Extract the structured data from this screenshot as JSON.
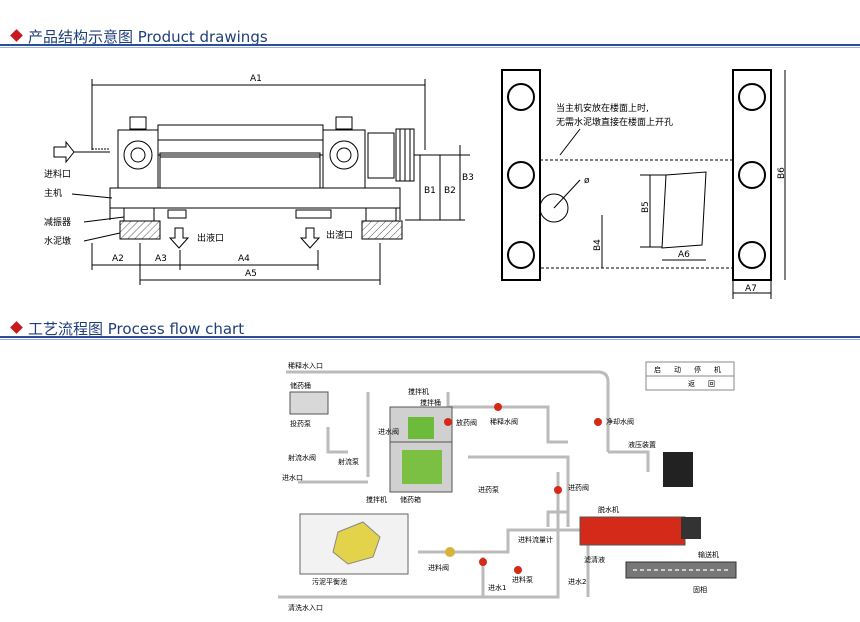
{
  "sections": {
    "product": {
      "title": "产品结构示意图 Product drawings"
    },
    "process": {
      "title": "工艺流程图 Process flow chart"
    }
  },
  "drawing": {
    "dims": {
      "A1": "A1",
      "A2": "A2",
      "A3": "A3",
      "A4": "A4",
      "A5": "A5",
      "A6": "A6",
      "A7": "A7",
      "B1": "B1",
      "B2": "B2",
      "B3": "B3",
      "B4": "B4",
      "B5": "B5",
      "B6": "B6",
      "phi": "ø"
    },
    "labels": {
      "feed_inlet": "进料口",
      "main_unit": "主机",
      "damper": "减振器",
      "cement_pier": "水泥墩",
      "liquid_outlet": "出液口",
      "slag_outlet": "出渣口"
    },
    "note": {
      "line1": "当主机安放在楼面上时,",
      "line2": "无需水泥墩直接在楼面上开孔"
    }
  },
  "flow": {
    "labels": {
      "dilution_inlet": "稀释水入口",
      "storage_tank": "储药桶",
      "dosing_pump": "投药泵",
      "mixer_top": "搅拌机",
      "mixing_tank": "搅拌桶",
      "inlet_valve": "进水阀",
      "dosing_valve": "放药阀",
      "dilution_valve": "稀释水阀",
      "jet_valve": "射流水阀",
      "jet_pump": "射流泵",
      "water_in": "进水口",
      "reagent_box": "储药箱",
      "dose_pump": "进药泵",
      "clean_valve": "净却水阀",
      "hydraulic": "液压装置",
      "inlet_valve2": "进药阀",
      "dewater": "脱水机",
      "mixer_sludge": "搅拌机",
      "feed_meter": "进料流量计",
      "sludge_tank": "污泥平衡池",
      "feed_valve": "进料阀",
      "feed_pump": "进料泵",
      "in1": "进水1",
      "in2": "进水2",
      "filtrate": "滤清液",
      "conveyor": "输送机",
      "bin": "固相",
      "clear_inlet": "清洗水入口"
    },
    "control": {
      "start": "启",
      "move": "动",
      "stop": "停",
      "mach": "机",
      "ret": "返",
      "back": "回"
    }
  }
}
